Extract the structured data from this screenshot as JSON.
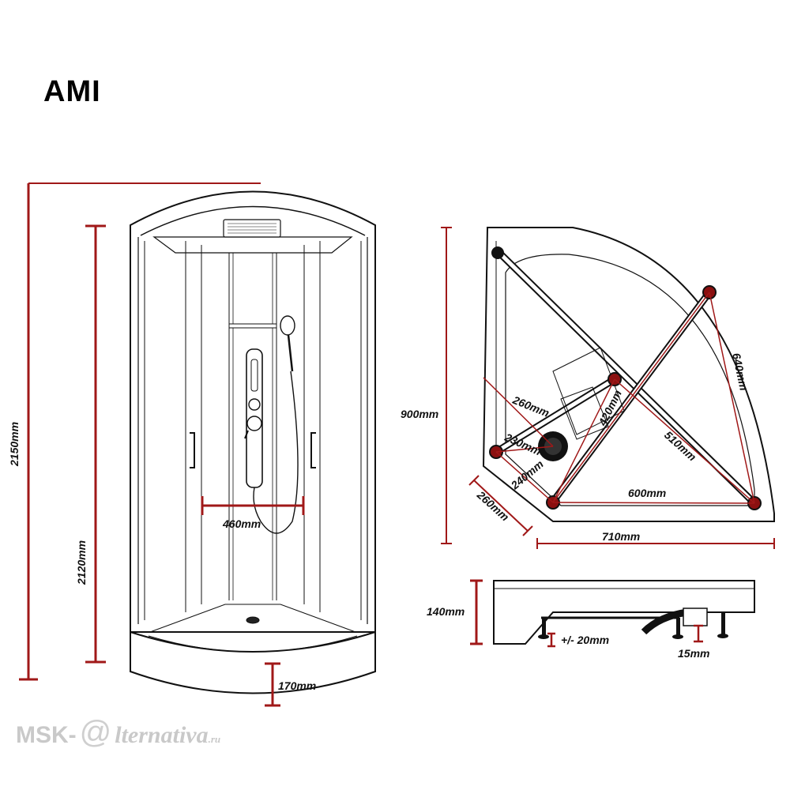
{
  "title": "AMI",
  "colors": {
    "dimension_line": "#a01818",
    "outline": "#111111",
    "watermark": "#c9c9c9"
  },
  "watermark": {
    "brand": "MSK-",
    "at": "@",
    "rest": "lternativa",
    "tld": ".ru"
  },
  "front_view": {
    "total_height": "2150mm",
    "cabin_height": "2120mm",
    "panel_spacing": "460mm",
    "tray_height": "170mm"
  },
  "top_view": {
    "depth": "900mm",
    "width": "710mm",
    "edge": "260mm",
    "dim_640": "640mm",
    "dim_420": "420mm",
    "dim_510": "510mm",
    "dim_600": "600mm",
    "dim_260": "260mm",
    "dim_230": "230mm",
    "dim_240": "240mm"
  },
  "side_view": {
    "tray_height": "140mm",
    "adjust": "+/- 20mm",
    "feet": "15mm"
  }
}
